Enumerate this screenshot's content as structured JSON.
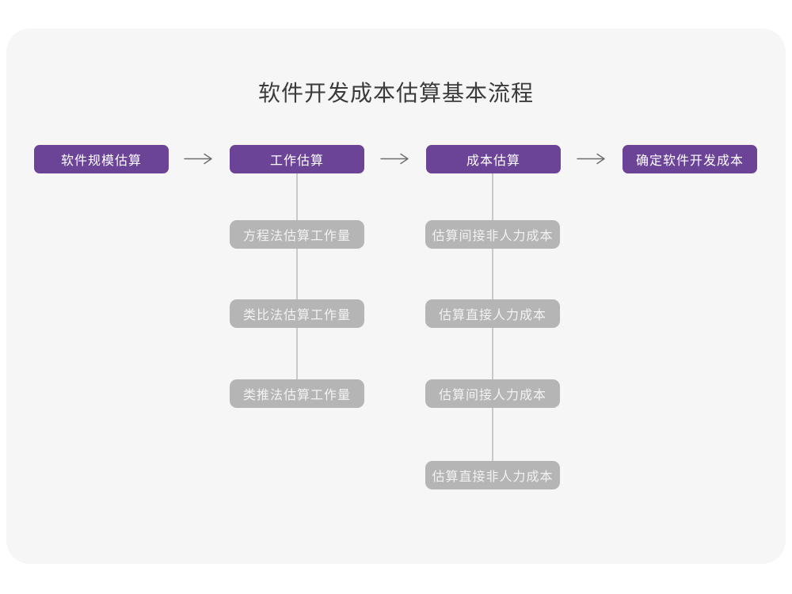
{
  "title": "软件开发成本估算基本流程",
  "colors": {
    "primary": "#6B4397",
    "node_gray": "#B5B5B5",
    "card_bg": "#F6F6F6",
    "arrow": "#6E6E6E",
    "line": "#C9C9C9",
    "title_text": "#3B3B3B",
    "node_text": "#FFFFFF",
    "gray_node_text": "#F2F2F2"
  },
  "flow": {
    "steps": [
      {
        "label": "软件规模估算"
      },
      {
        "label": "工作估算"
      },
      {
        "label": "成本估算"
      },
      {
        "label": "确定软件开发成本"
      }
    ],
    "work_methods": [
      {
        "label": "方程法估算工作量"
      },
      {
        "label": "类比法估算工作量"
      },
      {
        "label": "类推法估算工作量"
      }
    ],
    "cost_items": [
      {
        "label": "估算间接非人力成本"
      },
      {
        "label": "估算直接人力成本"
      },
      {
        "label": "估算间接人力成本"
      },
      {
        "label": "估算直接非人力成本"
      }
    ]
  }
}
